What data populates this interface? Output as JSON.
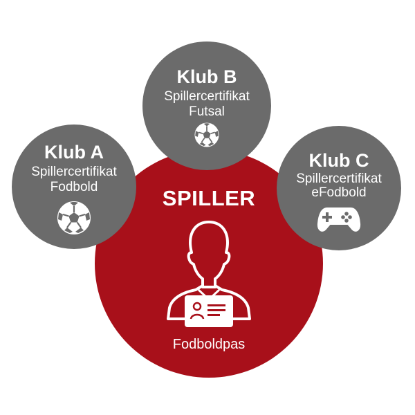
{
  "center": {
    "title": "SPILLER",
    "caption": "Fodboldpas",
    "icon": "player-id-card-icon"
  },
  "clubs": [
    {
      "name": "Klub A",
      "line1": "Spillercertifikat",
      "line2": "Fodbold",
      "icon": "football-icon"
    },
    {
      "name": "Klub B",
      "line1": "Spillercertifikat",
      "line2": "Futsal",
      "icon": "football-icon"
    },
    {
      "name": "Klub C",
      "line1": "Spillercertifikat",
      "line2": "eFodbold",
      "icon": "gamepad-icon"
    }
  ],
  "colors": {
    "center_circle": "#a8101a",
    "club_circle": "#6b6b6b",
    "text": "#ffffff"
  }
}
